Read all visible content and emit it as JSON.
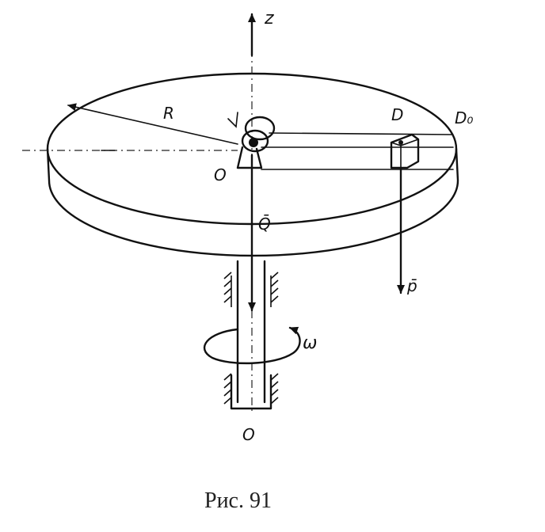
{
  "figure": {
    "caption": "Рис. 91",
    "labels": {
      "z_axis": "z",
      "radius": "R",
      "center_top": "O",
      "center_bottom": "O",
      "point_d": "D",
      "point_d0": "D₀",
      "force_q": "Q̄",
      "force_p": "p̄",
      "angular_velocity": "ω"
    }
  }
}
